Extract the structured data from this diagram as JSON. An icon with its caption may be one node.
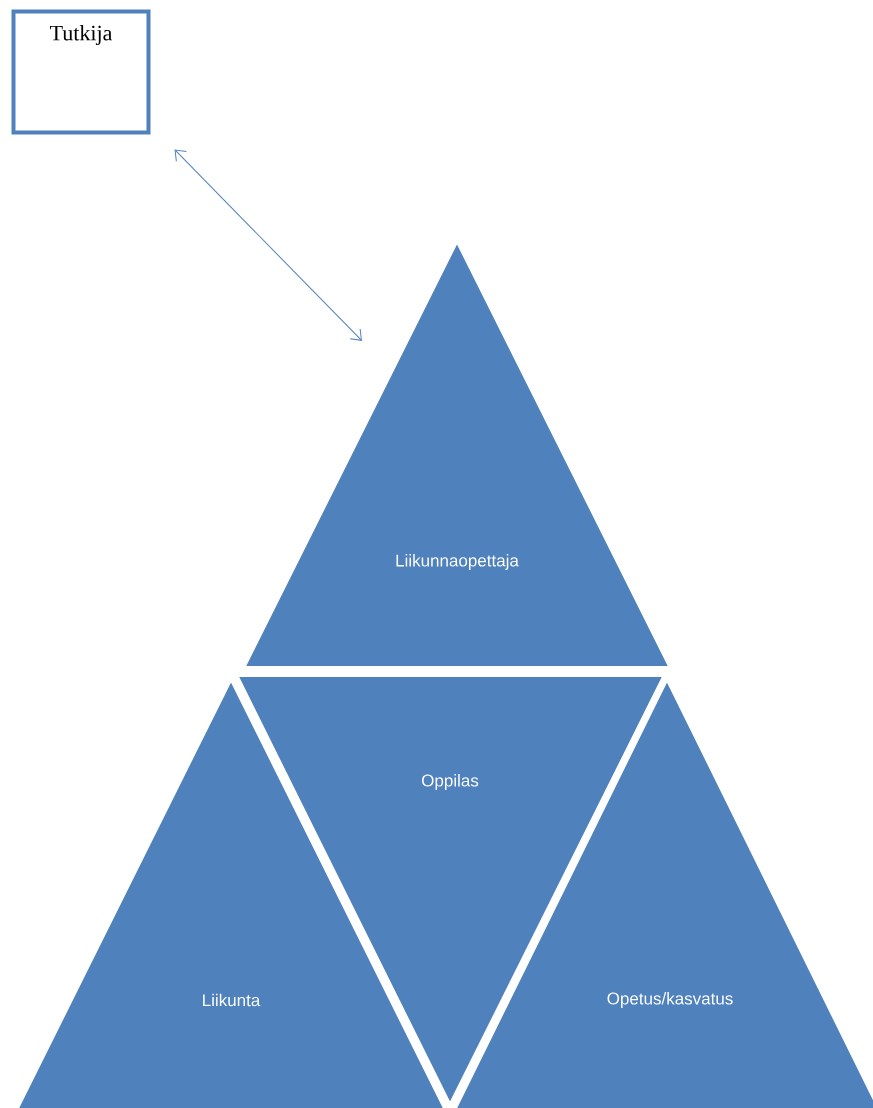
{
  "diagram": {
    "nodes": [
      {
        "text": [
          "Tutkija"
        ]
      },
      {
        "text": [
          "Liikunnaopettaja"
        ]
      },
      {
        "text": [
          "Oppilas"
        ]
      },
      {
        "text": [
          "Liikunta"
        ]
      },
      {
        "text": [
          "Opetus/kasvatus"
        ]
      }
    ],
    "edges": [
      {
        "from": 0,
        "to": 1,
        "arrow": "both"
      }
    ]
  }
}
